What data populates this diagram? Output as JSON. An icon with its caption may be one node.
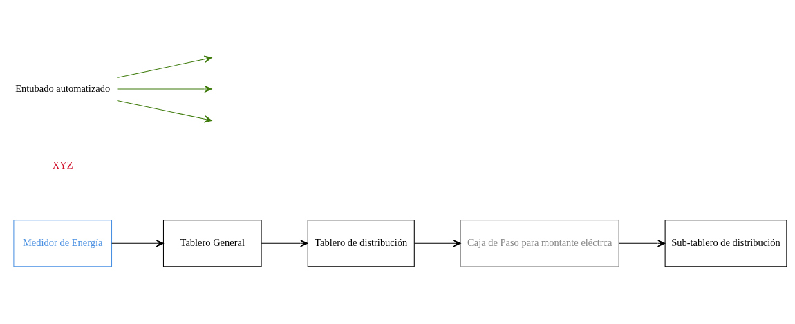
{
  "diagram": {
    "nodes": [
      {
        "text": [
          "Medidor de Energía"
        ]
      },
      {
        "text": [
          "Tablero General"
        ]
      },
      {
        "text": [
          "Tablero de distribución"
        ]
      },
      {
        "text": [
          "Sub-tablero de distribución"
        ]
      },
      {
        "text": [
          "Caja de Paso para montante eléctrca"
        ]
      },
      {
        "text": [
          "Entubado automatizado"
        ]
      }
    ],
    "edges": [
      {
        "from": 0,
        "to": 1,
        "arrow": "to"
      },
      {
        "from": 1,
        "to": 2,
        "arrow": "to"
      },
      {
        "from": 2,
        "to": 4,
        "arrow": "to"
      },
      {
        "from": 4,
        "to": 3,
        "arrow": "to"
      },
      {
        "from": 5,
        "to": null,
        "arrow": "to",
        "color": "#3d7a0a"
      },
      {
        "from": 5,
        "to": null,
        "arrow": "to",
        "color": "#3d7a0a"
      },
      {
        "from": 5,
        "to": null,
        "arrow": "to",
        "color": "#3d7a0a"
      }
    ],
    "labels": [
      "XYZ"
    ]
  }
}
